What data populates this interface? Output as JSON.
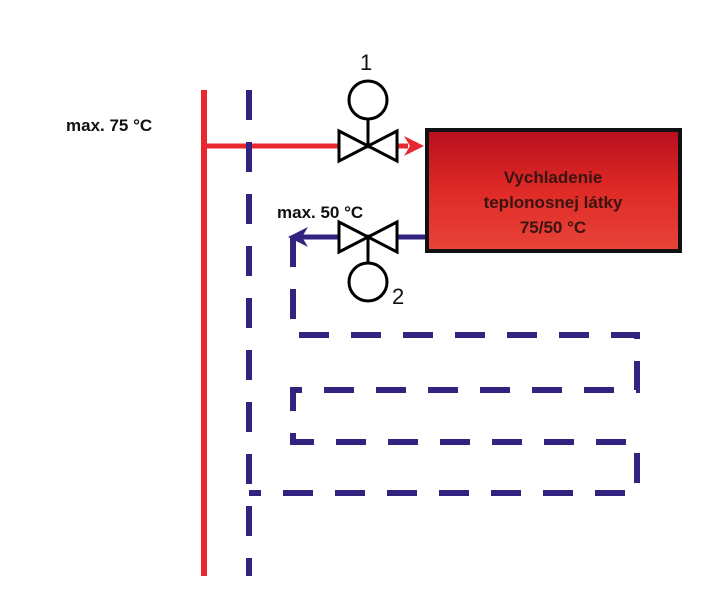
{
  "labels": {
    "supply_max": "max. 75 °C",
    "return_max": "max. 50 °C",
    "valve_1": "1",
    "valve_2": "2"
  },
  "box": {
    "line1": "Vychladenie",
    "line2": "teplonosnej látky",
    "line3": "75/50 °C"
  },
  "colors": {
    "supply": "#e8282e",
    "return": "#33227f",
    "box_top": "#b80e1e",
    "box_bottom": "#e8443a"
  }
}
